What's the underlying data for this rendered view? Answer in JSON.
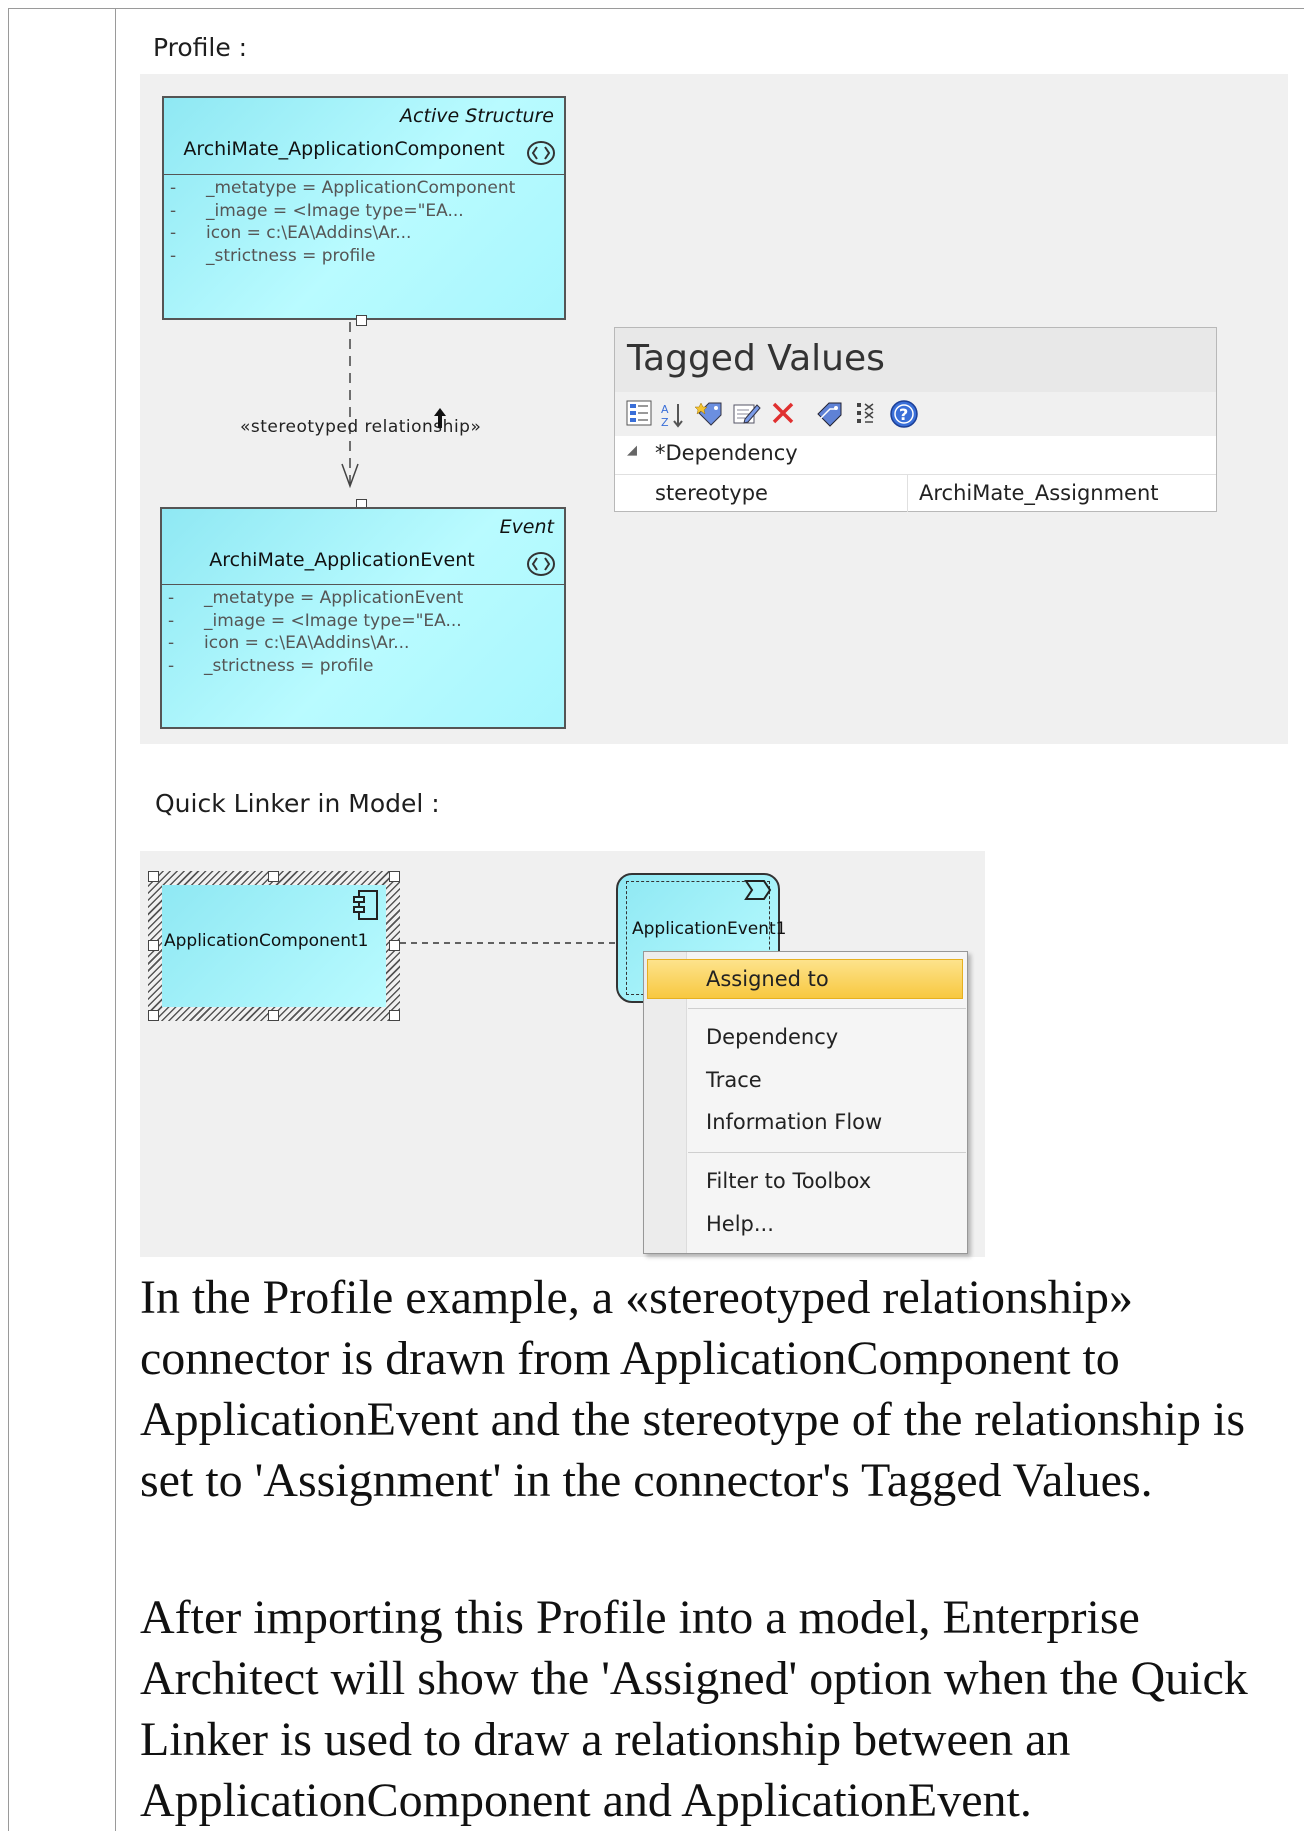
{
  "profile_caption": "Profile :",
  "quick_linker_caption": "Quick Linker in Model :",
  "profile_diagram": {
    "component_class": {
      "keyword": "Active Structure",
      "name": "ArchiMate_ApplicationComponent",
      "attributes": [
        {
          "bullet": "-",
          "text": "_metatype = ApplicationComponent"
        },
        {
          "bullet": "-",
          "text": "_image = <Image type=\"EA..."
        },
        {
          "bullet": "-",
          "text": "icon = c:\\EA\\Addins\\Ar..."
        },
        {
          "bullet": "-",
          "text": "_strictness = profile"
        }
      ]
    },
    "event_class": {
      "keyword": "Event",
      "name": "ArchiMate_ApplicationEvent",
      "attributes": [
        {
          "bullet": "-",
          "text": "_metatype = ApplicationEvent"
        },
        {
          "bullet": "-",
          "text": "_image = <Image type=\"EA..."
        },
        {
          "bullet": "-",
          "text": "icon = c:\\EA\\Addins\\Ar..."
        },
        {
          "bullet": "-",
          "text": "_strictness = profile"
        }
      ]
    },
    "connector_label": "«stereotyped relationship»"
  },
  "tagged_values": {
    "title": "Tagged Values",
    "group": "*Dependency",
    "rows": [
      {
        "name": "stereotype",
        "value": "ArchiMate_Assignment"
      }
    ],
    "toolbar_icons": [
      "categorized-icon",
      "sort-az-icon",
      "new-tag-icon",
      "edit-tag-icon",
      "delete-icon",
      "tag-group-icon",
      "show-details-icon",
      "help-icon"
    ]
  },
  "model_diagram": {
    "component_label": "ApplicationComponent1",
    "event_label": "ApplicationEvent1"
  },
  "context_menu": {
    "items": [
      {
        "label": "Assigned to",
        "highlighted": true
      },
      {
        "label": "Dependency"
      },
      {
        "label": "Trace"
      },
      {
        "label": "Information Flow"
      },
      {
        "label": "Filter to Toolbox"
      },
      {
        "label": "Help..."
      }
    ]
  },
  "paragraphs": [
    "In the Profile example, a «stereotyped relationship» connector is drawn from ApplicationComponent to ApplicationEvent and the stereotype of the relationship is set to 'Assignment' in the connector's Tagged Values.",
    "After importing this Profile into a model, Enterprise Architect will show the 'Assigned' option when the Quick Linker is used to draw a relationship between an ApplicationComponent and ApplicationEvent."
  ],
  "colors": {
    "class_fill": "#a7f6fd",
    "panel_bg": "#f0f0f0",
    "menu_highlight": "#f8c840",
    "delete_red": "#e03030",
    "help_blue": "#3a6fd8"
  }
}
